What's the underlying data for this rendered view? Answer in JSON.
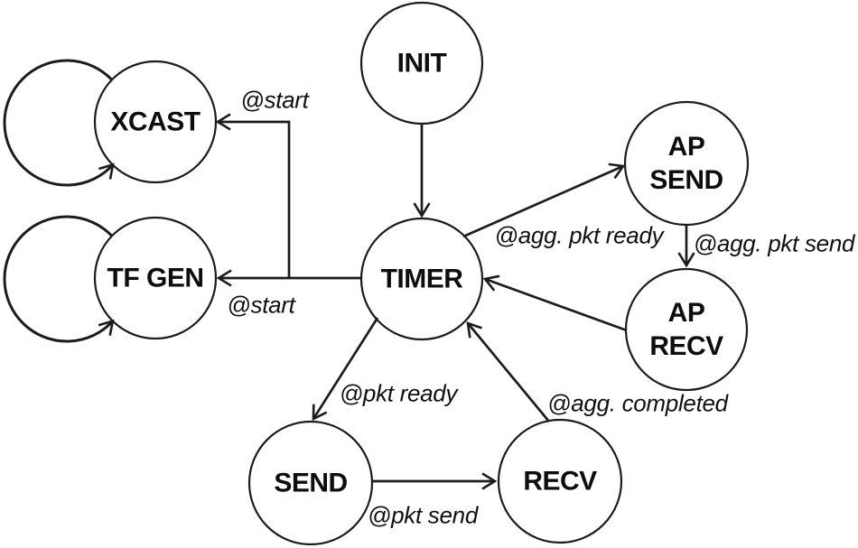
{
  "diagram": {
    "type": "state-machine",
    "background_color": "#ffffff",
    "stroke_color": "#1c1c1c",
    "text_color": "#0d0d0d"
  },
  "states": {
    "init": {
      "label": "INIT"
    },
    "xcast": {
      "label": "XCAST",
      "has_self_loop": true
    },
    "tf_gen": {
      "label": "TF GEN",
      "has_self_loop": true
    },
    "timer": {
      "label": "TIMER"
    },
    "ap_send": {
      "line1": "AP",
      "line2": "SEND"
    },
    "ap_recv": {
      "line1": "AP",
      "line2": "RECV"
    },
    "send": {
      "label": "SEND"
    },
    "recv": {
      "label": "RECV"
    }
  },
  "edge_labels": {
    "start_xcast": "@start",
    "start_tf_gen": "@start",
    "agg_pkt_ready": "@agg. pkt ready",
    "agg_pkt_send": "@agg. pkt send",
    "agg_completed": "@agg. completed",
    "pkt_ready": "@pkt ready",
    "pkt_send": "@pkt send"
  },
  "transitions": [
    {
      "from": "INIT",
      "to": "TIMER",
      "trigger": ""
    },
    {
      "from": "TIMER",
      "to": "XCAST",
      "trigger": "@start"
    },
    {
      "from": "TIMER",
      "to": "TF GEN",
      "trigger": "@start"
    },
    {
      "from": "TIMER",
      "to": "AP SEND",
      "trigger": "@agg. pkt ready"
    },
    {
      "from": "AP SEND",
      "to": "AP RECV",
      "trigger": "@agg. pkt send"
    },
    {
      "from": "AP RECV",
      "to": "TIMER",
      "trigger": ""
    },
    {
      "from": "TIMER",
      "to": "SEND",
      "trigger": "@pkt ready"
    },
    {
      "from": "SEND",
      "to": "RECV",
      "trigger": "@pkt send"
    },
    {
      "from": "RECV",
      "to": "TIMER",
      "trigger": "@agg. completed"
    },
    {
      "from": "XCAST",
      "to": "XCAST",
      "trigger": ""
    },
    {
      "from": "TF GEN",
      "to": "TF GEN",
      "trigger": ""
    }
  ]
}
